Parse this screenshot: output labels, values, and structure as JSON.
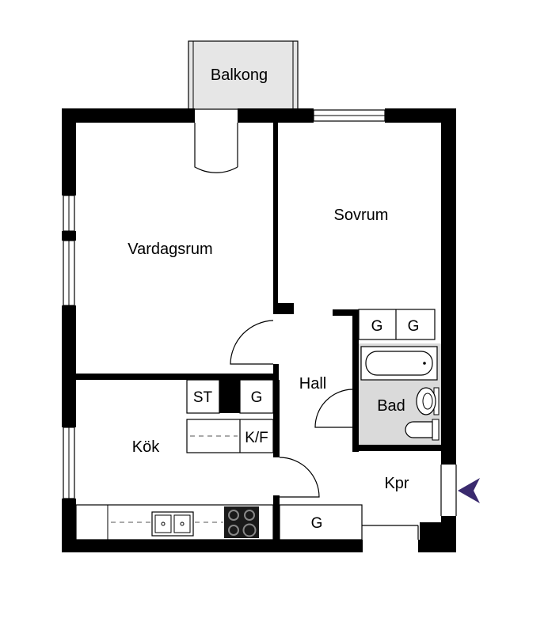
{
  "rooms": {
    "balkong": "Balkong",
    "vardagsrum": "Vardagsrum",
    "sovrum": "Sovrum",
    "kok": "Kök",
    "hall": "Hall",
    "bad": "Bad",
    "kpr": "Kpr"
  },
  "fixtures": {
    "g1": "G",
    "g2": "G",
    "g3": "G",
    "g4": "G",
    "st": "ST",
    "kf": "K/F"
  },
  "colors": {
    "wall": "#000000",
    "balcony_fill": "#e6e6e6",
    "bath_fill": "#dadada",
    "entrance_arrow": "#3a2a6e"
  },
  "icons": {
    "entrance": "arrow-left-icon"
  }
}
